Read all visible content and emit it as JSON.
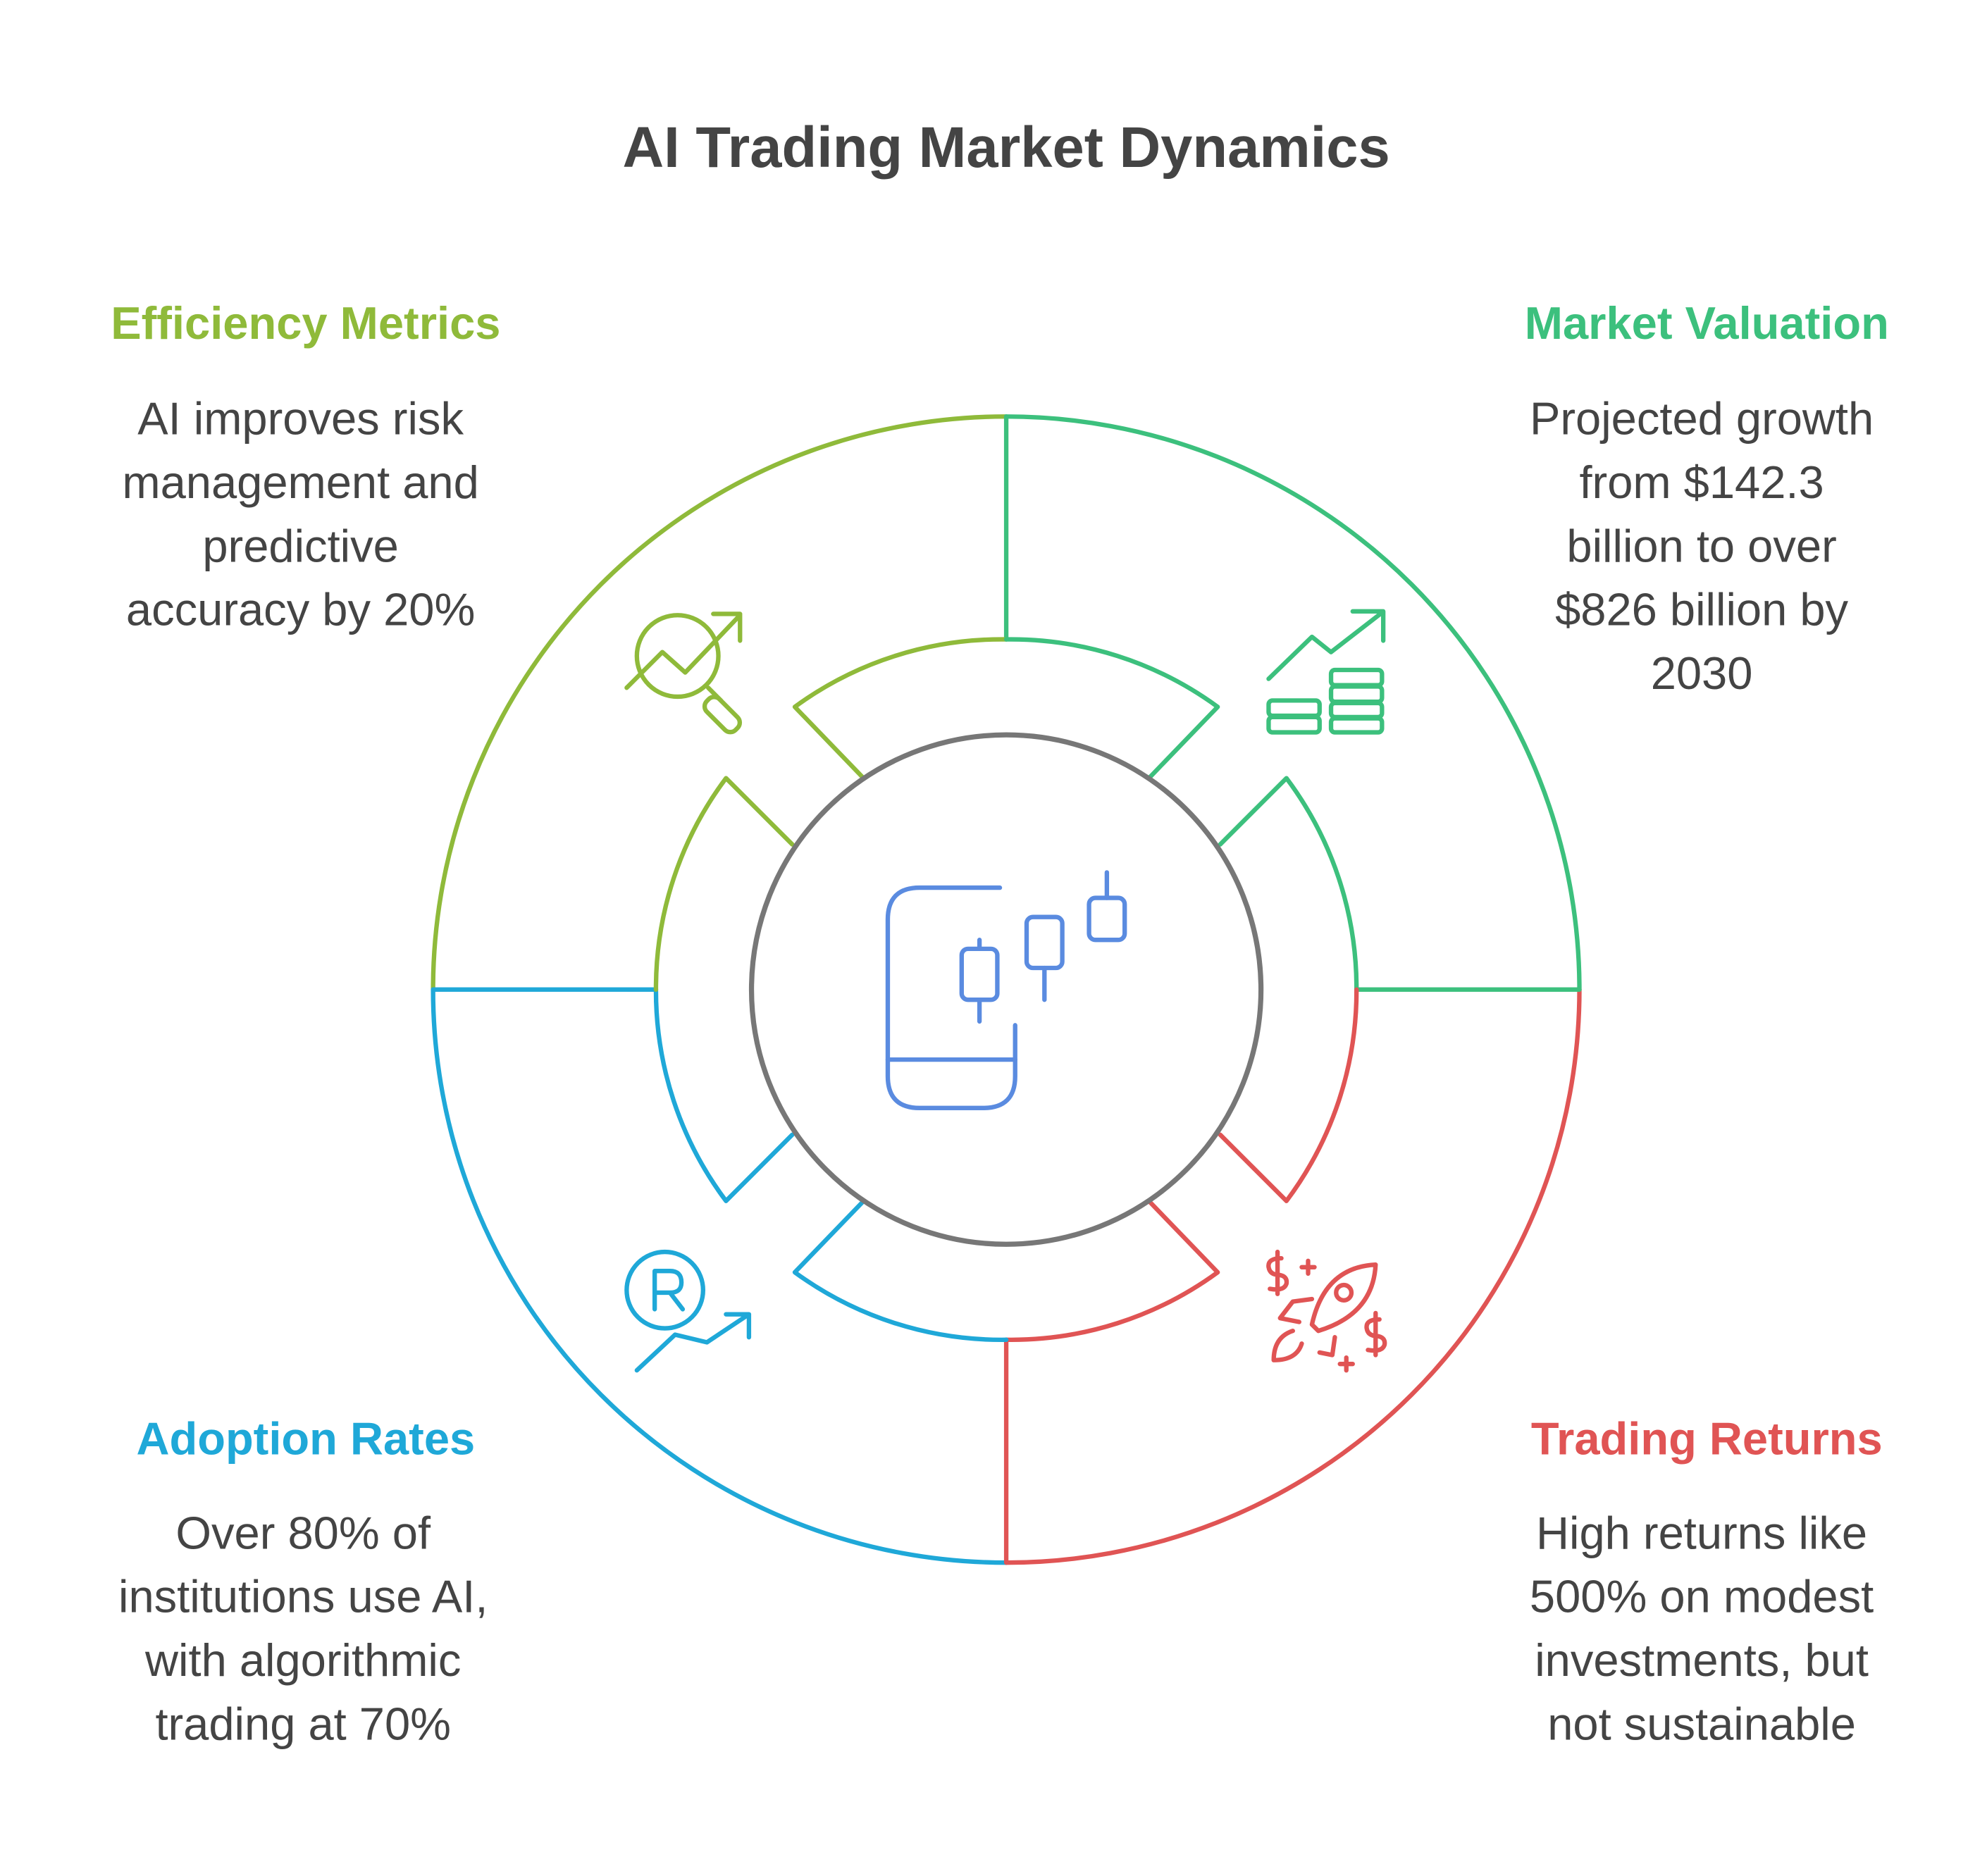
{
  "title": "AI Trading Market Dynamics",
  "colors": {
    "efficiency": "#8fba3a",
    "valuation": "#3cc07d",
    "returns": "#e05454",
    "adoption": "#1fa8d8",
    "center": "#5a8be0",
    "hub": "#777777"
  },
  "efficiency": {
    "heading": "Efficiency Metrics",
    "lines": [
      "AI improves risk",
      "management and",
      "predictive",
      "accuracy by 20%"
    ],
    "icon": "magnifier-trend-icon"
  },
  "valuation": {
    "heading": "Market Valuation",
    "lines": [
      "Projected growth",
      "from $142.3",
      "billion to over",
      "$826 billion by",
      "2030"
    ],
    "icon": "coins-growth-icon"
  },
  "adoption": {
    "heading": "Adoption Rates",
    "lines": [
      "Over 80% of",
      "institutions use AI,",
      "with algorithmic",
      "trading at 70%"
    ],
    "icon": "registered-trend-icon"
  },
  "returns": {
    "heading": "Trading Returns",
    "lines": [
      "High returns like",
      "500% on modest",
      "investments, but",
      "not sustainable"
    ],
    "icon": "rocket-dollar-icon"
  },
  "center_icon": "mobile-candlestick-icon"
}
